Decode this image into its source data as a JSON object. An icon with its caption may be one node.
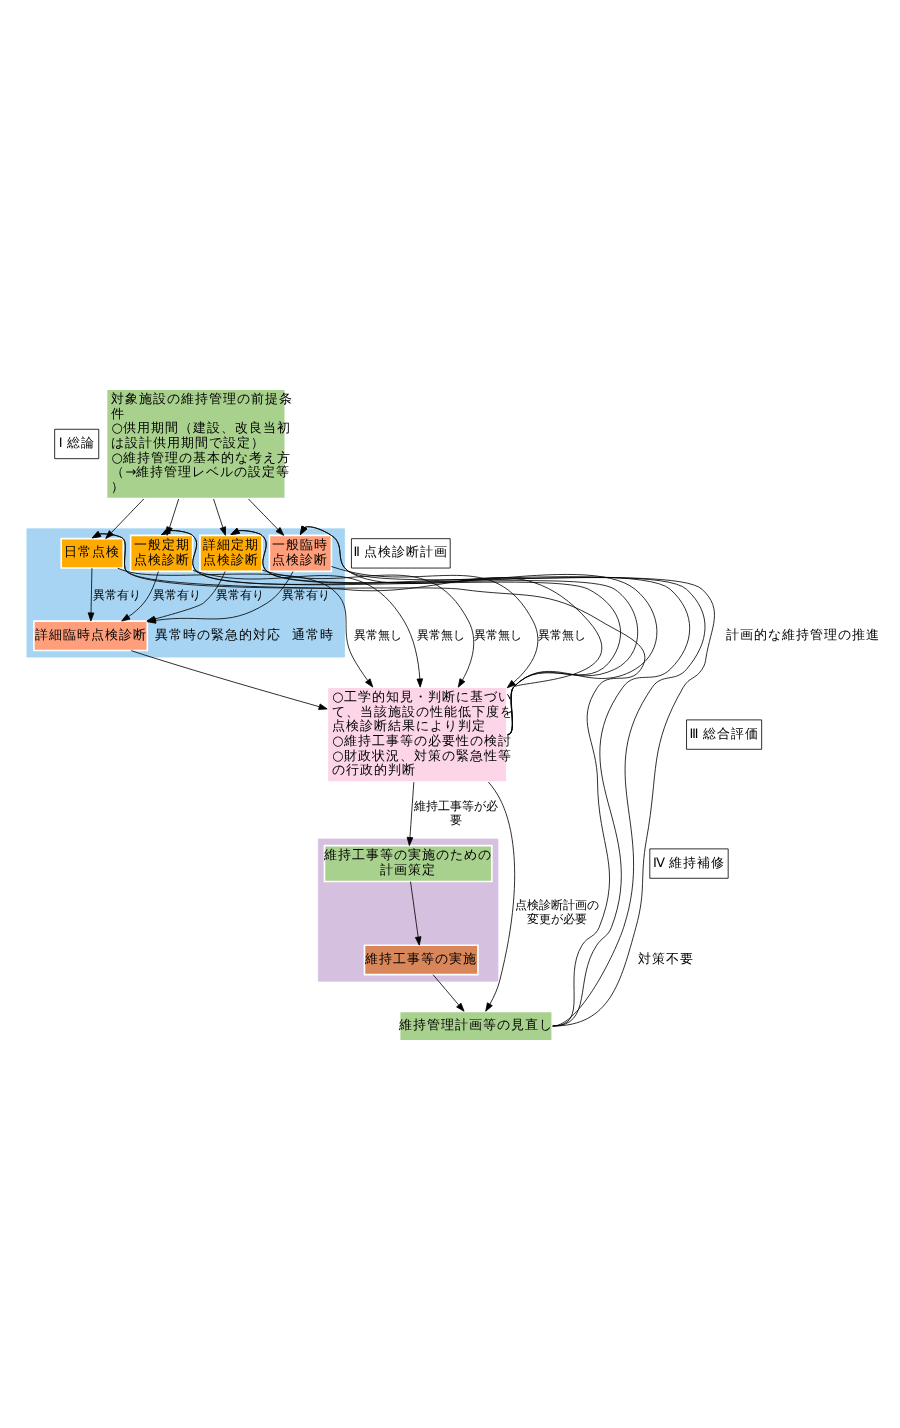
{
  "diagram": {
    "nodes": [
      {
        "text": [
          "Ⅰ 総論"
        ]
      },
      {
        "text": [
          "対象施設の維持管理の前提条件",
          "○供用期間（建設、改良当初は設計供用期間で設定）",
          "○維持管理の基本的な考え方（→維持管理レベルの設定等）"
        ]
      },
      {
        "text": [
          "Ⅱ 点検診断計画"
        ]
      },
      {
        "text": [],
        "shape": "box"
      },
      {
        "text": [
          "日常点検"
        ],
        "in": 3
      },
      {
        "text": [
          "一般定期点検診断"
        ],
        "in": 3
      },
      {
        "text": [
          "詳細定期点検診断"
        ],
        "in": 3
      },
      {
        "text": [
          "一般臨時点検診断"
        ],
        "in": 3
      },
      {
        "text": [
          "詳細臨時点検診断"
        ],
        "in": 3
      },
      {
        "text": [
          "Ⅲ 総合評価"
        ]
      },
      {
        "text": [
          "○工学的知見・判断に基づいて、当該施設の性能低下度を点検診断結果により判定",
          "○維持工事等の必要性の検討",
          "○財政状況、対策の緊急性等の行政的判断"
        ]
      },
      {
        "text": [
          "Ⅳ 維持補修"
        ]
      },
      {
        "text": [],
        "shape": "box"
      },
      {
        "text": [
          "維持工事等の実施のための計画策定"
        ],
        "in": 12
      },
      {
        "text": [
          "維持工事等の実施"
        ],
        "in": 12
      },
      {
        "text": [
          "維持管理計画等の見直し"
        ]
      }
    ],
    "edges": [
      {
        "from": 1,
        "to": 4,
        "arrow": "to"
      },
      {
        "from": 1,
        "to": 5,
        "arrow": "to"
      },
      {
        "from": 1,
        "to": 6,
        "arrow": "to"
      },
      {
        "from": 1,
        "to": 7,
        "arrow": "to"
      },
      {
        "from": 4,
        "to": 8,
        "arrow": "to",
        "label": "異常有り"
      },
      {
        "from": 5,
        "to": 8,
        "arrow": "to",
        "label": "異常有り"
      },
      {
        "from": 6,
        "to": 8,
        "arrow": "to",
        "label": "異常有り"
      },
      {
        "from": 7,
        "to": 8,
        "arrow": "to",
        "label": "異常有り"
      },
      {
        "from": 4,
        "to": 10,
        "arrow": "to",
        "label": "異常無し"
      },
      {
        "from": 5,
        "to": 10,
        "arrow": "to",
        "label": "異常無し"
      },
      {
        "from": 6,
        "to": 10,
        "arrow": "to",
        "label": "異常無し"
      },
      {
        "from": 8,
        "to": 10,
        "arrow": "to"
      },
      {
        "from": 7,
        "to": 10,
        "arrow": "to",
        "label": "異常無し"
      },
      {
        "from": 10,
        "to": 13,
        "arrow": "to",
        "label": "維持工事等が必要"
      },
      {
        "from": 10,
        "to": 15,
        "arrow": "to",
        "label": "点検診断計画の変更が必要"
      },
      {
        "from": 13,
        "to": 14,
        "arrow": "to"
      },
      {
        "from": 14,
        "to": 15,
        "arrow": "to"
      },
      {
        "from": 10,
        "to": 4,
        "arrow": "to"
      },
      {
        "from": 10,
        "to": 5,
        "arrow": "to"
      },
      {
        "from": 10,
        "to": 6,
        "arrow": "to"
      },
      {
        "from": 10,
        "to": 7,
        "arrow": "to"
      },
      {
        "from": 15,
        "to": 4,
        "arrow": "to"
      },
      {
        "from": 15,
        "to": 5,
        "arrow": "to"
      },
      {
        "from": 15,
        "to": 6,
        "arrow": "to"
      },
      {
        "from": 15,
        "to": 7,
        "arrow": "to"
      }
    ],
    "labels": [
      "計画的な維持管理の推進",
      "通常時",
      "異常時の緊急的対応",
      "対策不要"
    ]
  }
}
